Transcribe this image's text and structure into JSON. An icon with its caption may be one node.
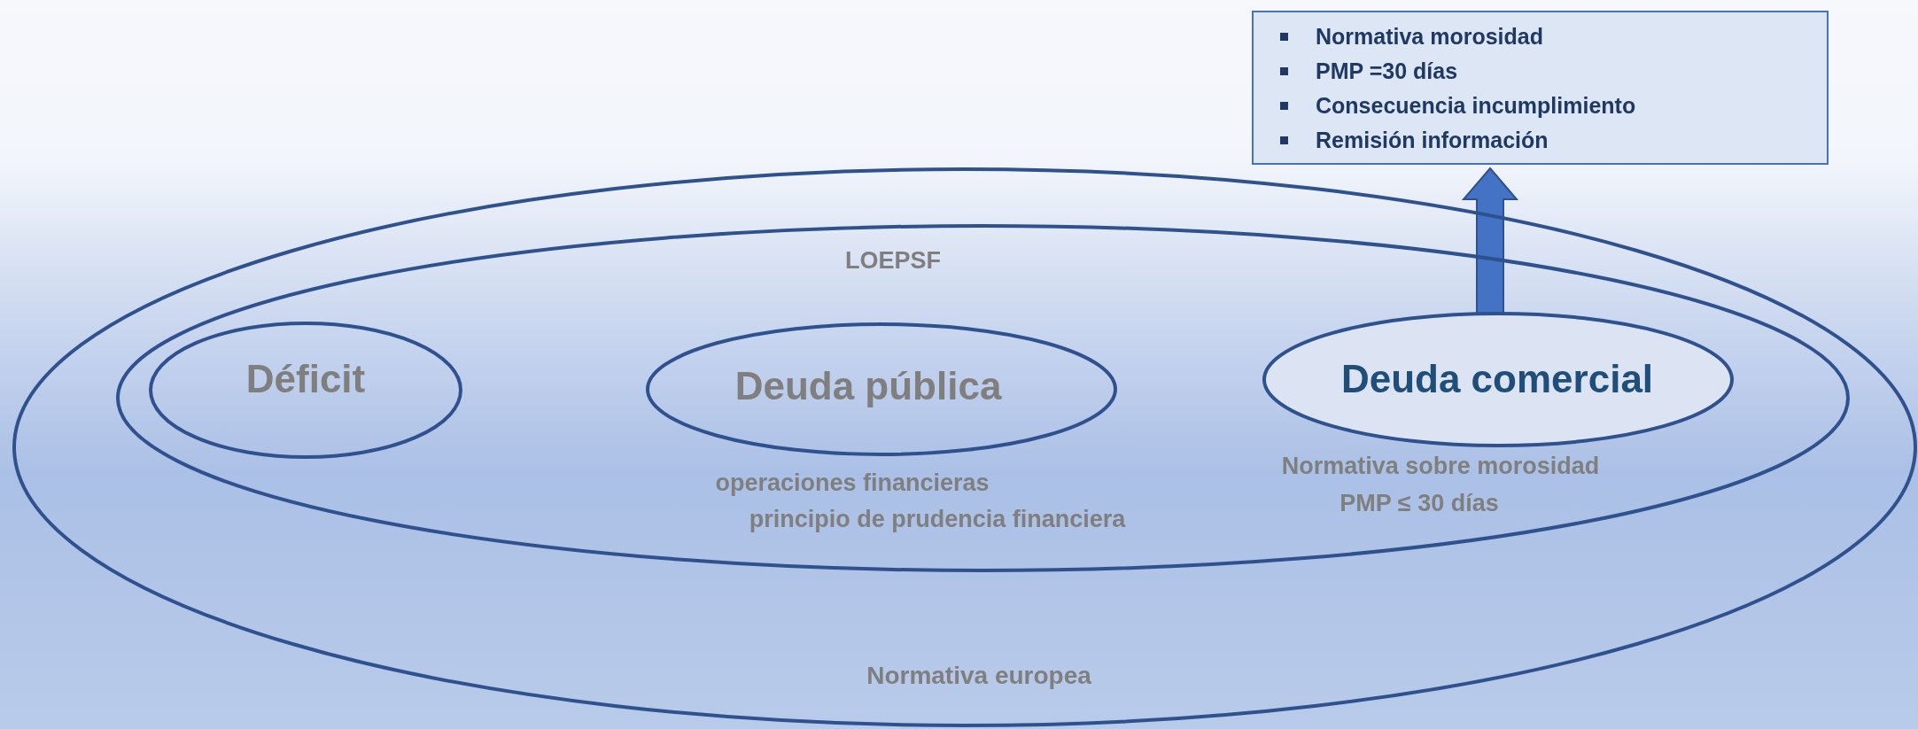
{
  "diagram": {
    "nodes": [
      {
        "text": [
          "Normativa morosidad",
          "PMP =30 días",
          "Consecuencia incumplimiento",
          "Remisión información"
        ]
      },
      {
        "text": [
          "Normativa europea"
        ]
      },
      {
        "text": [
          "LOEPSF"
        ],
        "in": 1
      },
      {
        "text": [
          "Déficit"
        ],
        "in": 2
      },
      {
        "text": [
          "Deuda pública"
        ],
        "in": 2,
        "beside": [
          "operaciones financieras",
          "principio de prudencia financiera"
        ]
      },
      {
        "text": [
          "Deuda comercial"
        ],
        "in": 2,
        "beside": [
          "Normativa sobre morosidad",
          "PMP ≤ 30 días"
        ]
      }
    ],
    "edges": [
      {
        "from": 5,
        "to": 0,
        "arrow": "to",
        "style": "thick"
      }
    ]
  }
}
